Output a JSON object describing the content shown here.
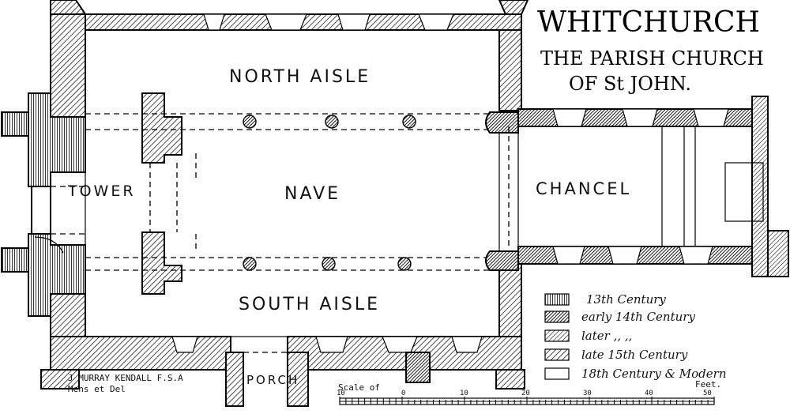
{
  "title": {
    "line1": "WHITCHURCH",
    "line2": "THE PARISH CHURCH",
    "line3": "OF St JOHN."
  },
  "rooms": {
    "north_aisle": "NORTH AISLE",
    "nave": "NAVE",
    "tower": "TOWER",
    "chancel": "CHANCEL",
    "south_aisle": "SOUTH AISLE",
    "porch": "PORCH"
  },
  "legend": [
    {
      "label": "13th Century",
      "pattern": "vlines"
    },
    {
      "label": "early 14th Century",
      "pattern": "dense-diag"
    },
    {
      "label": "later   ,,   ,,",
      "pattern": "med-diag"
    },
    {
      "label": "late 15th Century",
      "pattern": "light-diag"
    },
    {
      "label": "18th Century & Modern",
      "pattern": "blank"
    }
  ],
  "credit": {
    "line1": "J MURRAY KENDALL F.S.A",
    "line2": "Mens et Del"
  },
  "scale": {
    "caption": "Scale of",
    "ticks": [
      "10",
      "0",
      "10",
      "20",
      "30",
      "40",
      "50"
    ],
    "unit": "Feet."
  },
  "colors": {
    "ink": "#000000",
    "paper": "#ffffff"
  }
}
